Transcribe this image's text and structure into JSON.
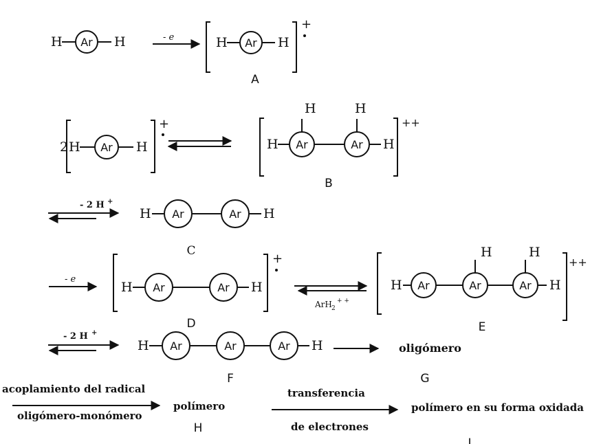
{
  "atoms": {
    "h": "H",
    "ar": "Ar",
    "two": "2"
  },
  "charges": {
    "radical_cation": "+",
    "dication": "++"
  },
  "reagents": {
    "minus_electron": "- e",
    "minus_electron_2": "- e",
    "minus_2h_1": "- 2 H",
    "minus_2h_2": "- 2 H",
    "arh2": "ArH",
    "arh2_sub": "2",
    "arh2_charge": "+ +"
  },
  "labels": {
    "a": "A",
    "b": "B",
    "c": "C",
    "d": "D",
    "e": "E",
    "f": "F",
    "g": "G",
    "h": "H",
    "i": "I"
  },
  "products": {
    "oligomer": "oligómero",
    "polymer": "polímero",
    "oxidized_polymer": "polímero en su forma oxidada"
  },
  "steps": {
    "coupling_line1": "acoplamiento del radical",
    "coupling_line2": "oligómero-monómero",
    "transfer_line1": "transferencia",
    "transfer_line2": "de  electrones"
  }
}
